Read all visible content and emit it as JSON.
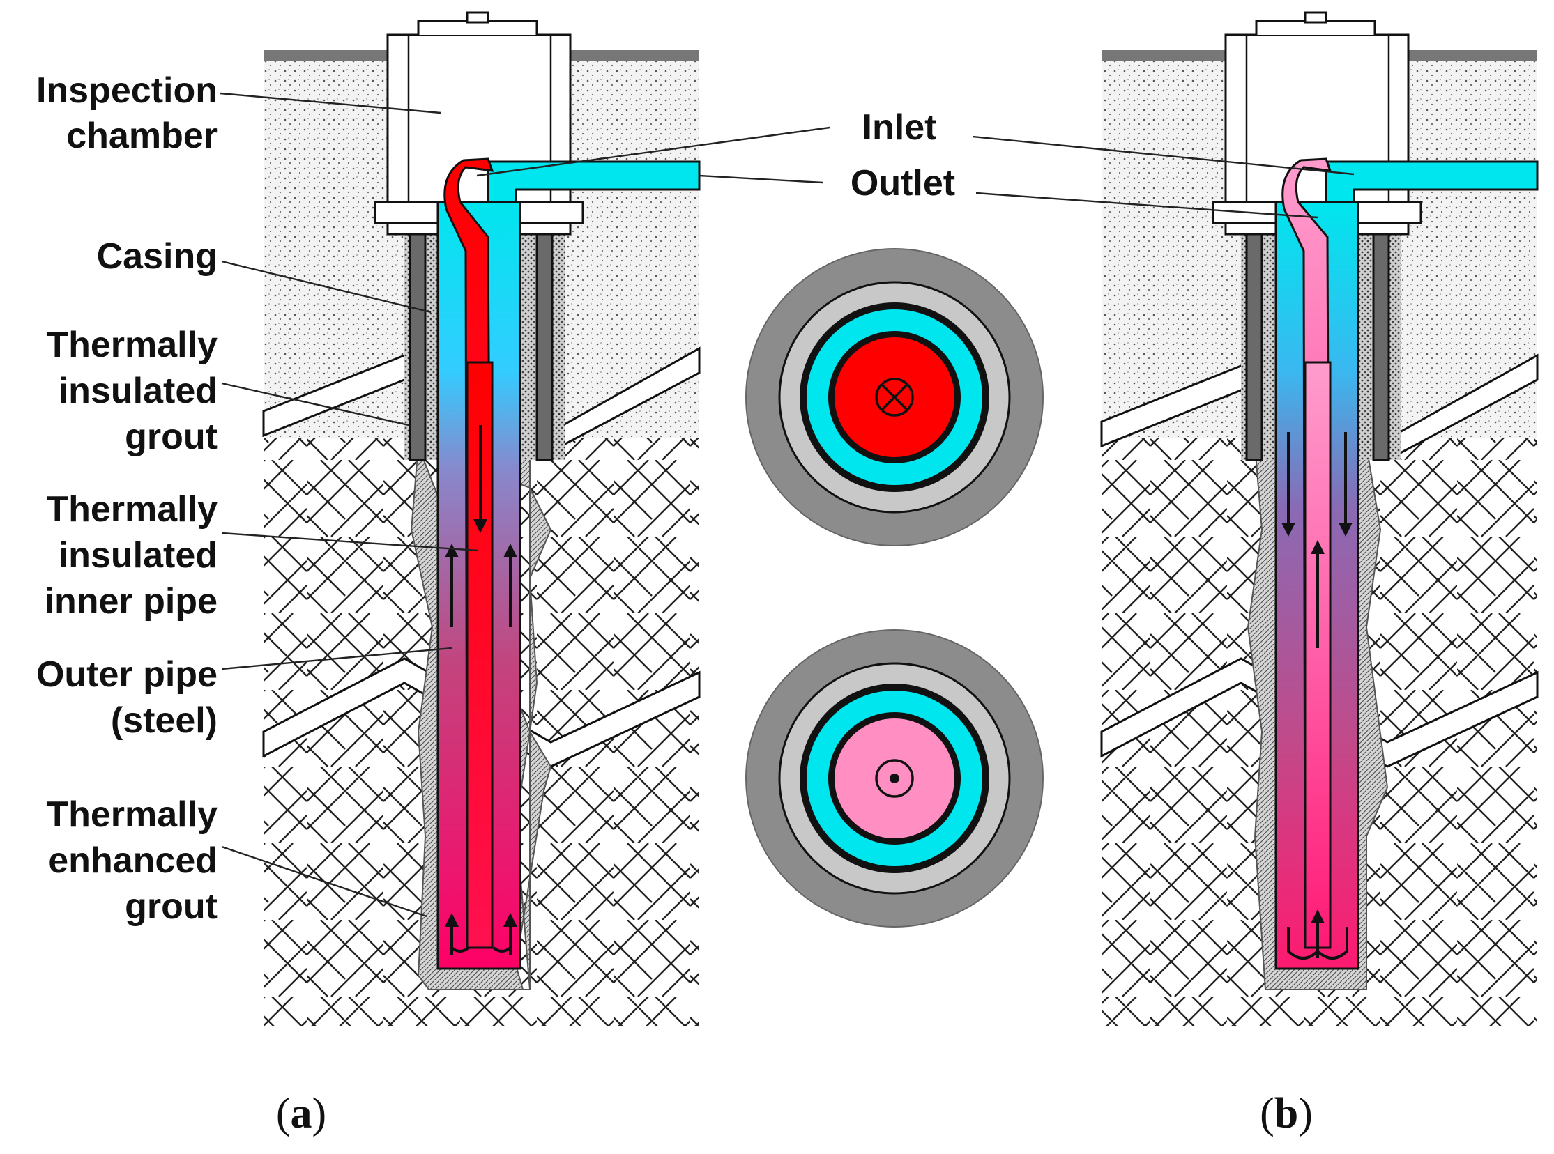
{
  "labels": {
    "inspection": [
      "Inspection",
      "chamber"
    ],
    "casing": "Casing",
    "insulated_grout": [
      "Thermally",
      "insulated",
      "grout"
    ],
    "inner_pipe": [
      "Thermally",
      "insulated",
      "inner pipe"
    ],
    "outer_pipe": [
      "Outer pipe",
      "(steel)"
    ],
    "enhanced_grout": [
      "Thermally",
      "enhanced",
      "grout"
    ],
    "inlet": "Inlet",
    "outlet": "Outlet"
  },
  "captions": {
    "a_open": "(",
    "a_letter": "a",
    "a_close": ")",
    "b_open": "(",
    "b_letter": "b",
    "b_close": ")"
  },
  "colors": {
    "hot": "#ff0000",
    "warm": "#ff8ec2",
    "cold": "#00e6ee",
    "casing": "#6a6a6a",
    "ring_grey": "#c8c8c8",
    "outer_ring": "#8c8c8c"
  }
}
